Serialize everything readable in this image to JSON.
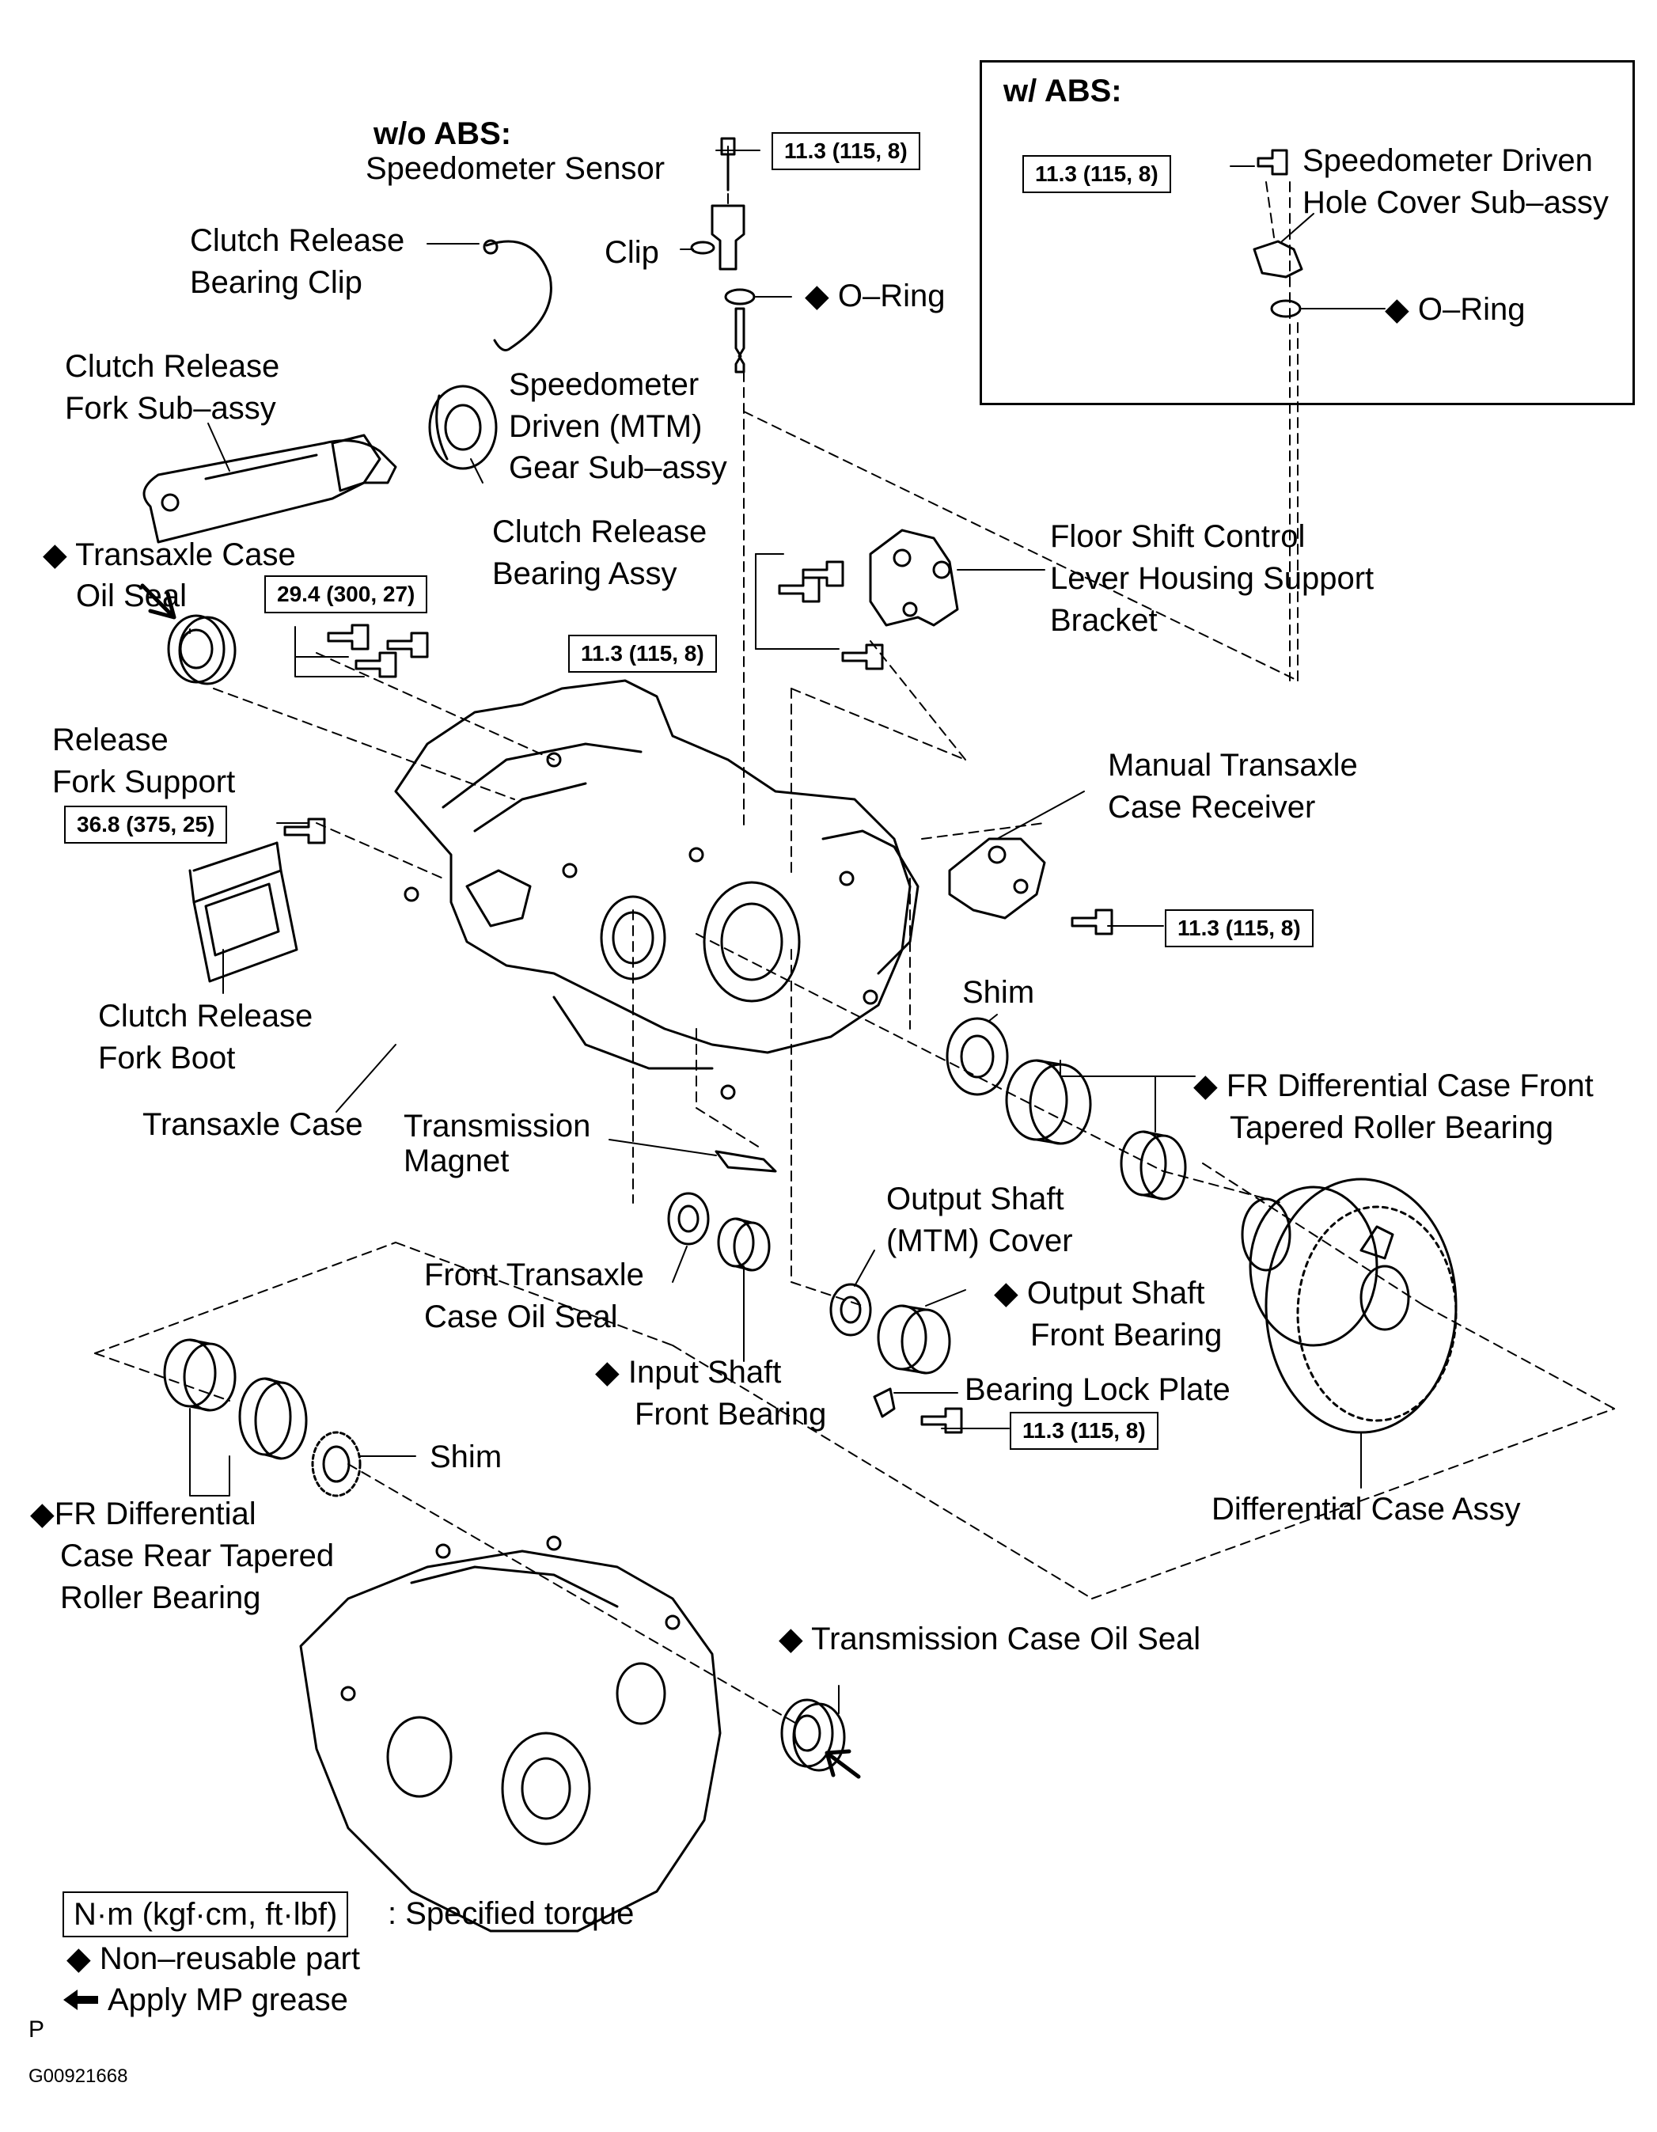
{
  "labels": {
    "wo_abs": "w/o ABS:",
    "speedometer_sensor": "Speedometer Sensor",
    "clutch_release_bearing_clip_1": "Clutch Release",
    "clutch_release_bearing_clip_2": "Bearing Clip",
    "clip": "Clip",
    "oring_left": "◆ O–Ring",
    "clutch_release_fork_1": "Clutch Release",
    "clutch_release_fork_2": "Fork Sub–assy",
    "speedometer_driven_1": "Speedometer",
    "speedometer_driven_2": "Driven (MTM)",
    "speedometer_driven_3": "Gear Sub–assy",
    "transaxle_case_oil_seal_1": "◆ Transaxle Case",
    "transaxle_case_oil_seal_2": "Oil Seal",
    "clutch_release_bearing_1": "Clutch Release",
    "clutch_release_bearing_2": "Bearing Assy",
    "floor_shift_1": "Floor Shift Control",
    "floor_shift_2": "Lever Housing Support",
    "floor_shift_3": "Bracket",
    "release_fork_support_1": "Release",
    "release_fork_support_2": "Fork Support",
    "manual_transaxle_receiver_1": "Manual Transaxle",
    "manual_transaxle_receiver_2": "Case Receiver",
    "clutch_release_fork_boot_1": "Clutch Release",
    "clutch_release_fork_boot_2": "Fork Boot",
    "shim_right": "Shim",
    "fr_diff_front_1": "◆ FR Differential Case Front",
    "fr_diff_front_2": "Tapered Roller Bearing",
    "transaxle_case": "Transaxle Case",
    "transmission_magnet_1": "Transmission",
    "transmission_magnet_2": "Magnet",
    "output_shaft_cover_1": "Output Shaft",
    "output_shaft_cover_2": "(MTM) Cover",
    "front_transaxle_oil_seal_1": "Front Transaxle",
    "front_transaxle_oil_seal_2": "Case Oil Seal",
    "output_shaft_bearing_1": "◆ Output Shaft",
    "output_shaft_bearing_2": "Front Bearing",
    "input_shaft_bearing_1": "◆ Input Shaft",
    "input_shaft_bearing_2": "Front Bearing",
    "bearing_lock_plate": "Bearing Lock Plate",
    "shim_left": "Shim",
    "fr_diff_rear_1": "◆FR Differential",
    "fr_diff_rear_2": "Case Rear Tapered",
    "fr_diff_rear_3": "Roller Bearing",
    "differential_case_assy": "Differential Case Assy",
    "transmission_case_oil_seal": "◆ Transmission Case Oil Seal",
    "w_abs": "w/ ABS:",
    "speedometer_hole_cover_1": "Speedometer Driven",
    "speedometer_hole_cover_2": "Hole Cover Sub–assy",
    "oring_right": "◆ O–Ring"
  },
  "torques": {
    "speedo_sensor": "11.3 (115, 8)",
    "abs_hole_cover": "11.3 (115, 8)",
    "bell_housing": "29.4 (300, 27)",
    "floor_shift": "11.3 (115, 8)",
    "release_fork_support": "36.8 (375, 25)",
    "case_receiver": "11.3 (115, 8)",
    "bearing_lock_plate": "11.3 (115, 8)"
  },
  "legend": {
    "torque_box": "N·m (kgf·cm, ft·lbf)",
    "torque_text": ": Specified torque",
    "non_reusable": "◆ Non–reusable part",
    "grease": "Apply MP grease"
  },
  "footer": {
    "p_mark": "P",
    "figure_code": "G00921668"
  }
}
